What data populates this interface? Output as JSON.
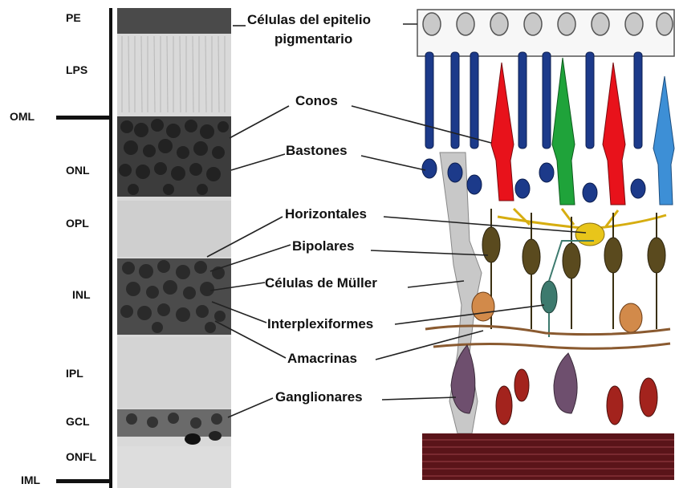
{
  "layers": {
    "pe": "PE",
    "lps": "LPS",
    "oml": "OML",
    "onl": "ONL",
    "opl": "OPL",
    "inl": "INL",
    "ipl": "IPL",
    "gcl": "GCL",
    "onfl": "ONFL",
    "iml": "IML"
  },
  "cells": {
    "epitelio_line1": "Células del epitelio",
    "epitelio_line2": "pigmentario",
    "conos": "Conos",
    "bastones": "Bastones",
    "horizontales": "Horizontales",
    "bipolares": "Bipolares",
    "muller": "Células de Müller",
    "interplexiformes": "Interplexiformes",
    "amacrinas": "Amacrinas",
    "ganglionares": "Ganglionares"
  },
  "colors": {
    "cone_red": "#e8121b",
    "cone_green": "#1fa33a",
    "cone_blue": "#3d8fd6",
    "rod": "#1c3a8a",
    "bipolar": "#5a4a1e",
    "horizontal": "#e8c51a",
    "amacrine": "#d28a4a",
    "ganglion_purple": "#6e4f6e",
    "ganglion_red": "#a3231d",
    "nerve_fiber": "#5a1419",
    "muller": "#b7b7b7",
    "interplexiform": "#3d7a6e"
  }
}
